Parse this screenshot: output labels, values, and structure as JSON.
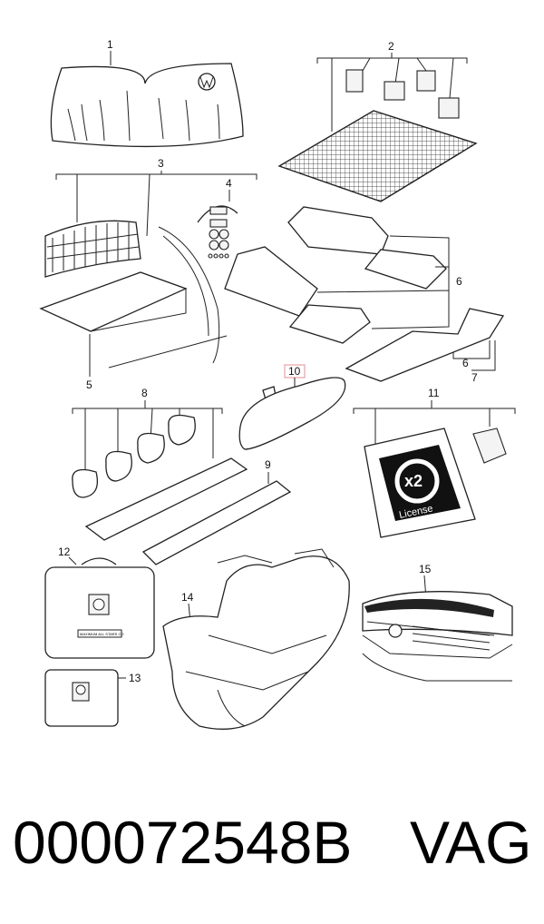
{
  "callouts": {
    "c1": "1",
    "c2": "2",
    "c3": "3",
    "c4": "4",
    "c5": "5",
    "c6a": "6",
    "c6b": "6",
    "c7": "7",
    "c8": "8",
    "c9": "9",
    "c10": "10",
    "c11": "11",
    "c12": "12",
    "c13": "13",
    "c14": "14",
    "c15": "15"
  },
  "license_card": {
    "badge": "x2",
    "label": "License"
  },
  "bag_label": "MAXIMUM ALL STARS CO",
  "footer": {
    "part_number": "000072548B",
    "brand": "VAG"
  },
  "colors": {
    "highlight": "#e8a0a8",
    "line": "#222222"
  }
}
